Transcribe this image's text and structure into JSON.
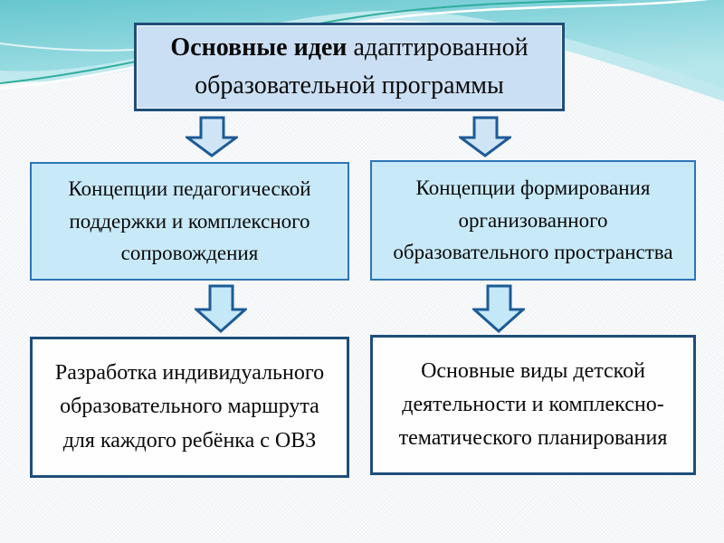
{
  "slide": {
    "title": {
      "bold": "Основные идеи",
      "rest": " адаптированной",
      "line2": "образовательной программы"
    },
    "concept_left": {
      "lines": [
        "Концепции педагогической",
        "поддержки и комплексного",
        "сопровождения"
      ]
    },
    "concept_right": {
      "lines": [
        "Концепции формирования",
        "организованного",
        "образовательного пространства"
      ]
    },
    "result_left": {
      "lines": [
        "Разработка индивидуального",
        "образовательного маршрута",
        "для каждого ребёнка с ОВЗ"
      ]
    },
    "result_right": {
      "lines": [
        "Основные виды детской",
        "деятельности и комплексно-",
        "тематического планирования"
      ]
    }
  },
  "icons": {
    "arrow": "down-block-arrow"
  },
  "colors": {
    "background": "#FAFBFC",
    "wave_teal": "#6AC8D2",
    "wave_teal_light": "#BFE9EE",
    "accent_line_green": "#2FAE9E",
    "accent_line_white": "#FFFFFF",
    "title_box_fill": "#CBDFF4",
    "title_box_border": "#1F4E79",
    "concept_box_fill": "#C8E9F8",
    "concept_box_border": "#2E75B6",
    "result_box_fill": "#FEFEFE",
    "result_box_border": "#1F4E79",
    "arrow_fill": "#CFE5F5",
    "arrow_border": "#1D5B96",
    "text": "#0A0A0A"
  }
}
